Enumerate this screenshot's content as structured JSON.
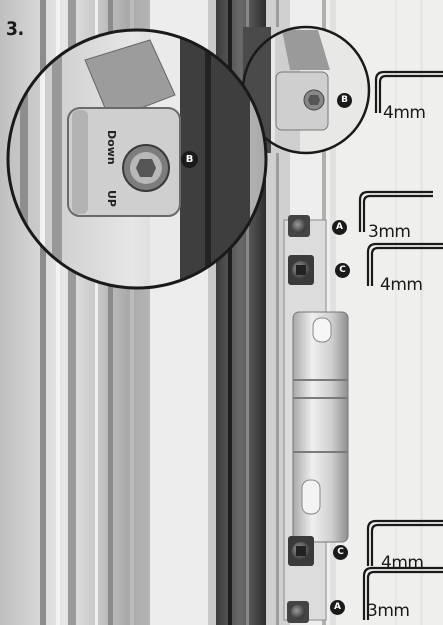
{
  "step_number": "3.",
  "callouts": {
    "A": "A",
    "B": "B",
    "C": "C"
  },
  "keys": [
    {
      "size": "4mm",
      "callout": "B"
    },
    {
      "size": "3mm",
      "callout": "A"
    },
    {
      "size": "4mm",
      "callout": "C"
    },
    {
      "size": "4mm",
      "callout": "C"
    },
    {
      "size": "3mm",
      "callout": "A"
    }
  ],
  "adjuster_markings": {
    "down": "Down",
    "up": "UP"
  }
}
